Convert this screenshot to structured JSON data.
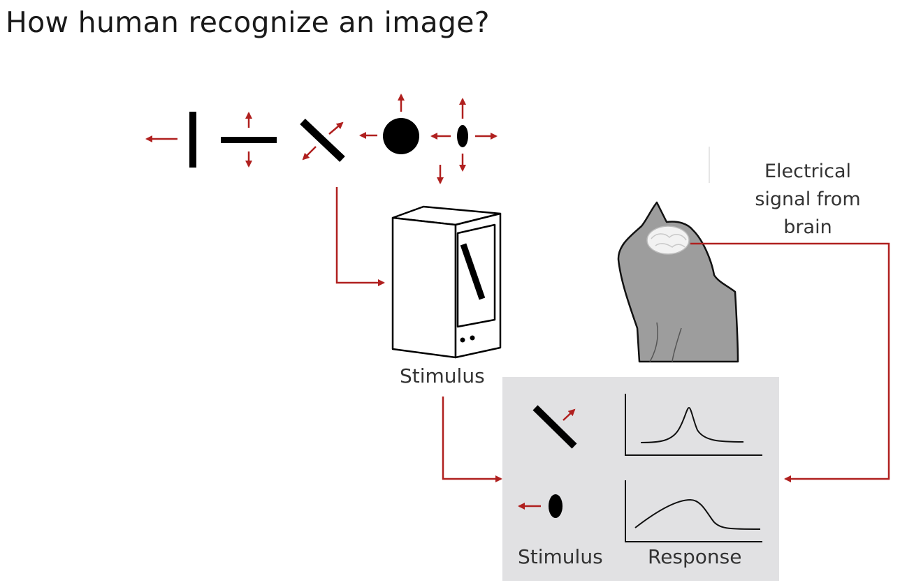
{
  "title": "How human recognize an image?",
  "labels": {
    "signal_line1": "Electrical",
    "signal_line2": "signal from",
    "signal_line3": "brain",
    "stimulus_monitor": "Stimulus",
    "stimulus_axis": "Stimulus",
    "response_axis": "Response"
  },
  "colors": {
    "arrow": "#b0201f",
    "shape": "#000000",
    "cat_fill": "#9d9d9d",
    "panel_bg": "#e1e1e3",
    "text": "#333333"
  },
  "icons": {
    "stimuli_row": [
      "vertical-bar-icon",
      "horizontal-bar-icon",
      "diagonal-bar-icon",
      "filled-circle-icon",
      "small-ellipse-icon"
    ],
    "monitor": "stimulus-monitor-icon",
    "cat": "cat-icon",
    "brain": "brain-icon"
  }
}
